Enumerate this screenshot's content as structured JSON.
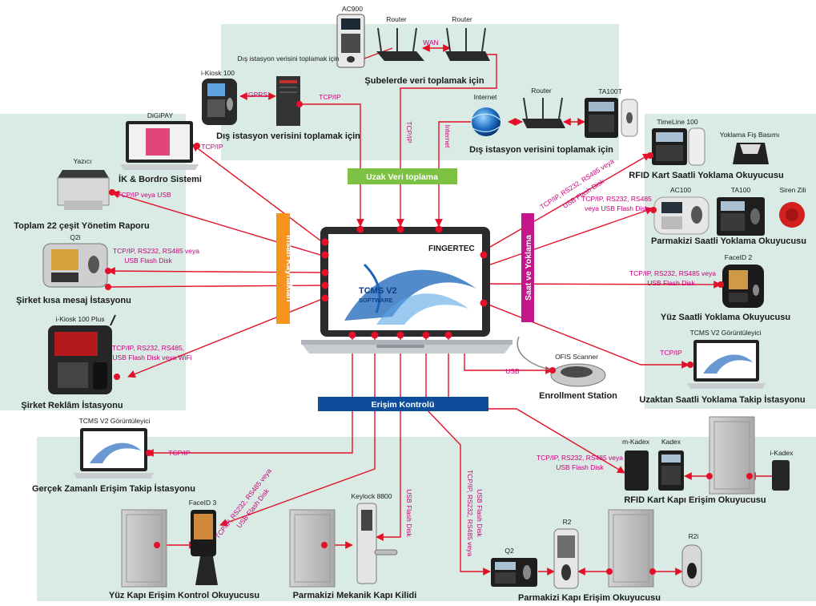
{
  "center": {
    "brand": "FINGERTEC",
    "product_line1": "TCMS V2",
    "product_line2": "SOFTWARE"
  },
  "bands": {
    "remote": "Uzak Veri toplama",
    "hr": "İnsan Kaynakları",
    "time": "Saat ve Yoklama",
    "access": "Erişim Kontrolü"
  },
  "devices": {
    "ac900": "AC900",
    "router1": "Router",
    "router2": "Router",
    "router3": "Router",
    "internet": "Internet",
    "ta100t": "TA100T",
    "ikiosk100": "i-Kiosk 100",
    "remote_server": "Dış istasyon verisini toplamak için",
    "digipay": "DiGiPAY",
    "printer": "Yazıcı",
    "q2i": "Q2i",
    "ikiosk100plus": "i-Kiosk 100 Plus",
    "timeline100": "TimeLine 100",
    "receipt_printer": "Yoklama Fiş Basımı",
    "ac100": "AC100",
    "ta100": "TA100",
    "siren": "Siren Zili",
    "faceid2": "FaceID 2",
    "viewer1": "TCMS V2 Görüntüleyici",
    "scanner": "OFIS Scanner",
    "viewer2": "TCMS V2 Görüntüleyici",
    "faceid3": "FaceID 3",
    "keylock": "Keylock 8800",
    "mkadex": "m-Kadex",
    "kadex": "Kadex",
    "ikadex": "i-Kadex",
    "r2": "R2",
    "q2": "Q2",
    "r2i": "R2i"
  },
  "captions": {
    "branch": "Şubelerde veri toplamak için",
    "remote_ikiosk": "Dış istasyon verisini toplamak için",
    "remote_internet": "Dış istasyon verisini toplamak için",
    "payroll": "İK & Bordro Sistemi",
    "report": "Toplam 22 çeşit Yönetim Raporu",
    "sms": "Şirket kısa mesaj İstasyonu",
    "ads": "Şirket Reklâm İstasyonu",
    "rfid_time": "RFID Kart Saatli Yoklama Okuyucusu",
    "finger_time": "Parmakizi Saatli Yoklama Okuyucusu",
    "face_time": "Yüz Saatli Yoklama Okuyucusu",
    "remote_view": "Uzaktan Saatli Yoklama Takip İstasyonu",
    "enrollment": "Enrollment Station",
    "realtime_access": "Gerçek Zamanlı Erişim Takip İstasyonu",
    "face_door": "Yüz Kapı Erişim Kontrol Okuyucusu",
    "mech_lock": "Parmakizi Mekanik Kapı Kilidi",
    "rfid_door": "RFID Kart Kapı Erişim Okuyucusu",
    "finger_door": "Parmakizi Kapı Erişim Okuyucusu"
  },
  "connections": {
    "wan": "WAN",
    "gprs": "GPRS",
    "tcpip_server": "TCP/IP",
    "tcpip_branch": "TCP/IP",
    "internet_v": "Internet",
    "tcpip_digipay": "TCP/IP",
    "tcpip_usb_printer": "TCP/IP veya USB",
    "q2i_l1": "TCP/IP, RS232, RS485 veya",
    "q2i_l2": "USB Flash Disk",
    "kiosk_l1": "TCP/IP, RS232, RS485,",
    "kiosk_l2": "USB Flash Disk veya WiFi",
    "timeline_l1": "TCP/IP, RS232, RS485 veya",
    "timeline_l2": "USB Flash Disk",
    "ac100_l1": "TCP/IP, RS232, RS485",
    "ac100_l2": "veya USB Flash Disk",
    "faceid2_l1": "TCP/IP, RS232, RS485 veya",
    "faceid2_l2": "USB Flash Disk",
    "tcpip_viewer": "TCP/IP",
    "usb_scanner": "USB",
    "tcpip_access_viewer": "TCP/IP",
    "faceid3_l1": "TCP/IP, RS232, RS485 veya",
    "faceid3_l2": "USB Flash Disk",
    "keylock_usb": "USB Flash Disk",
    "q2_l1": "TCP/IP, RS232, RS485 veya",
    "q2_l2": "USB Flash Disk",
    "kadex_l1": "TCP/IP, RS232, RS485 veya",
    "kadex_l2": "USB Flash Disk"
  },
  "colors": {
    "panel": "#d9ebe4",
    "green_band": "#7cc142",
    "orange_band": "#f7941d",
    "magenta_band": "#c2168a",
    "blue_band": "#0d4d9b",
    "wire": "#e3102a",
    "label_magenta": "#c8007a"
  }
}
